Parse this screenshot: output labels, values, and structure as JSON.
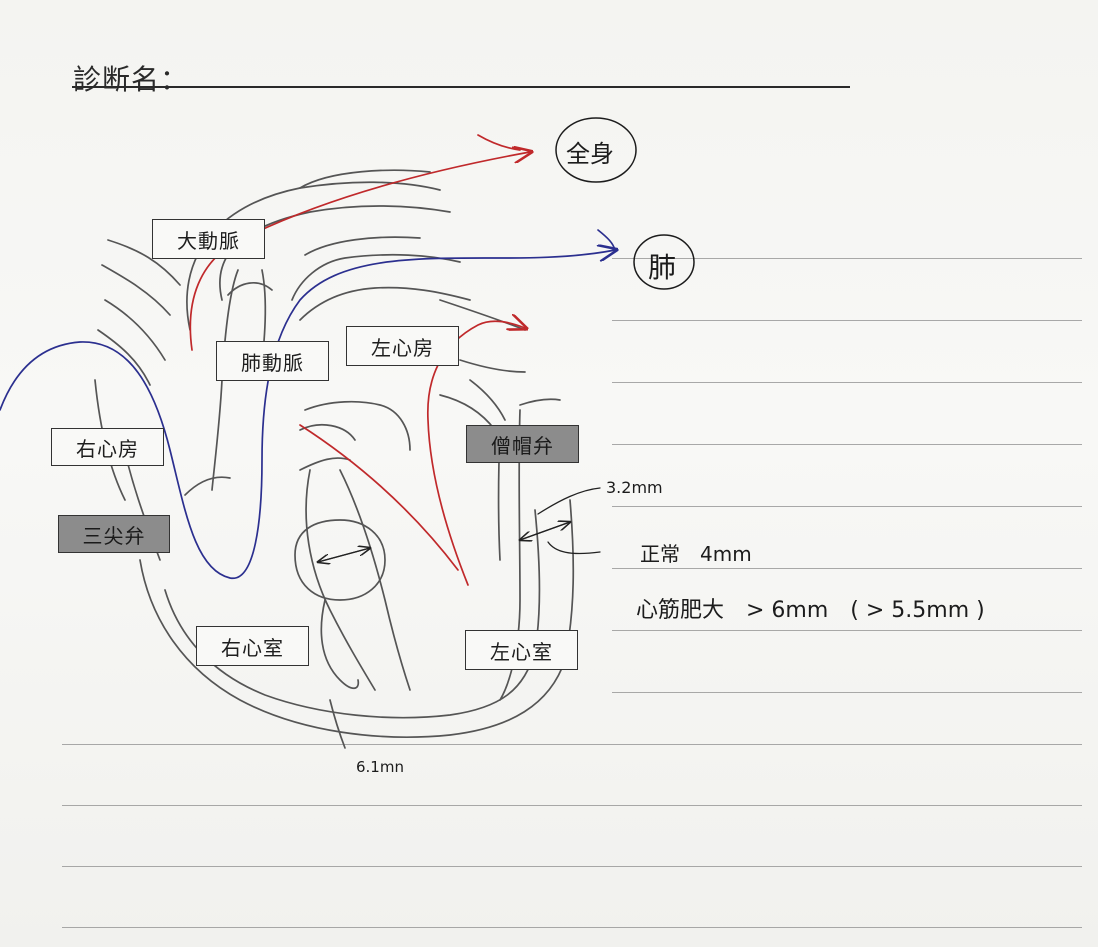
{
  "header": {
    "title": "診断名："
  },
  "labels": {
    "aorta": "大動脈",
    "pulmonary_artery": "肺動脈",
    "left_atrium": "左心房",
    "right_atrium": "右心房",
    "mitral_valve": "僧帽弁",
    "tricuspid_valve": "三尖弁",
    "right_ventricle": "右心室",
    "left_ventricle": "左心室"
  },
  "handwriting": {
    "systemic": "全身",
    "lung": "肺",
    "measure_lv_wall": "3.2mm",
    "measure_rv": "6.1mn",
    "normal": "正常　4mm",
    "hypertrophy": "心筋肥大　> 6mm　( > 5.5mm )"
  },
  "colors": {
    "arterial_flow": "#c0292b",
    "venous_flow": "#2b2f8f",
    "ink": "#2a2a2a"
  }
}
